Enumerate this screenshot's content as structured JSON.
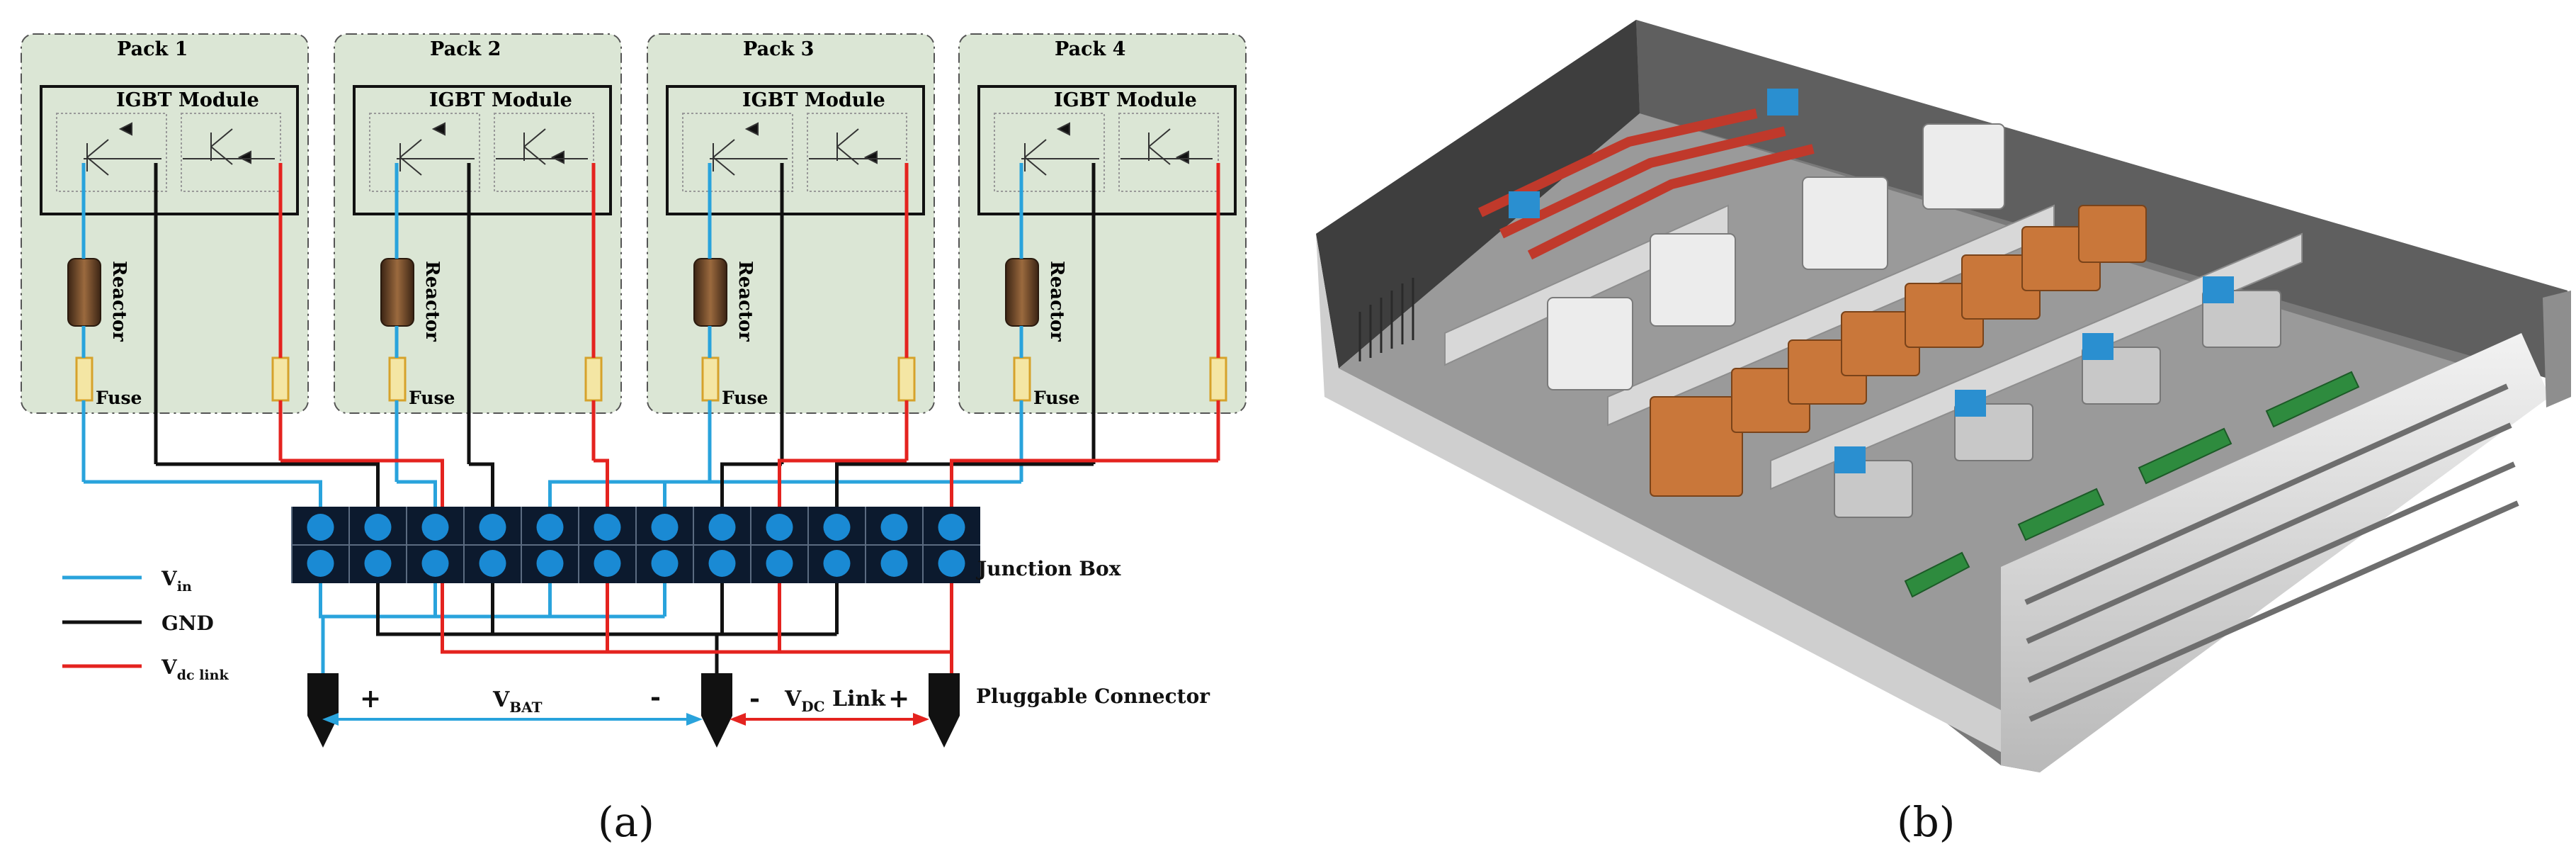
{
  "packs": [
    {
      "title": "Pack 1",
      "module_label": "IGBT Module",
      "reactor_label": "Reactor",
      "fuse_label": "Fuse"
    },
    {
      "title": "Pack 2",
      "module_label": "IGBT Module",
      "reactor_label": "Reactor",
      "fuse_label": "Fuse"
    },
    {
      "title": "Pack 3",
      "module_label": "IGBT Module",
      "reactor_label": "Reactor",
      "fuse_label": "Fuse"
    },
    {
      "title": "Pack 4",
      "module_label": "IGBT Module",
      "reactor_label": "Reactor",
      "fuse_label": "Fuse"
    }
  ],
  "junction_box_label": "Junction Box",
  "pluggable_connector_label": "Pluggable Connector",
  "legend": [
    {
      "main": "V",
      "sub": "in",
      "color": "#29a3dc"
    },
    {
      "main": "GND",
      "sub": "",
      "color": "#111111"
    },
    {
      "main": "V",
      "sub": "dc link",
      "color": "#e4231f"
    }
  ],
  "vbat": {
    "plus": "+",
    "main": "V",
    "sub": "BAT",
    "minus": "-"
  },
  "vdc": {
    "minus": "-",
    "main": "V",
    "sub": "DC",
    "rest": " Link",
    "plus": "+"
  },
  "captions": {
    "a": "(a)",
    "b": "(b)"
  },
  "colors": {
    "vin": "#29a3dc",
    "gnd": "#111111",
    "vdc": "#e4231f",
    "pack_bg": "#dbe6d5",
    "terminal": "#1a8ad4",
    "box": "#0c1a2e"
  }
}
